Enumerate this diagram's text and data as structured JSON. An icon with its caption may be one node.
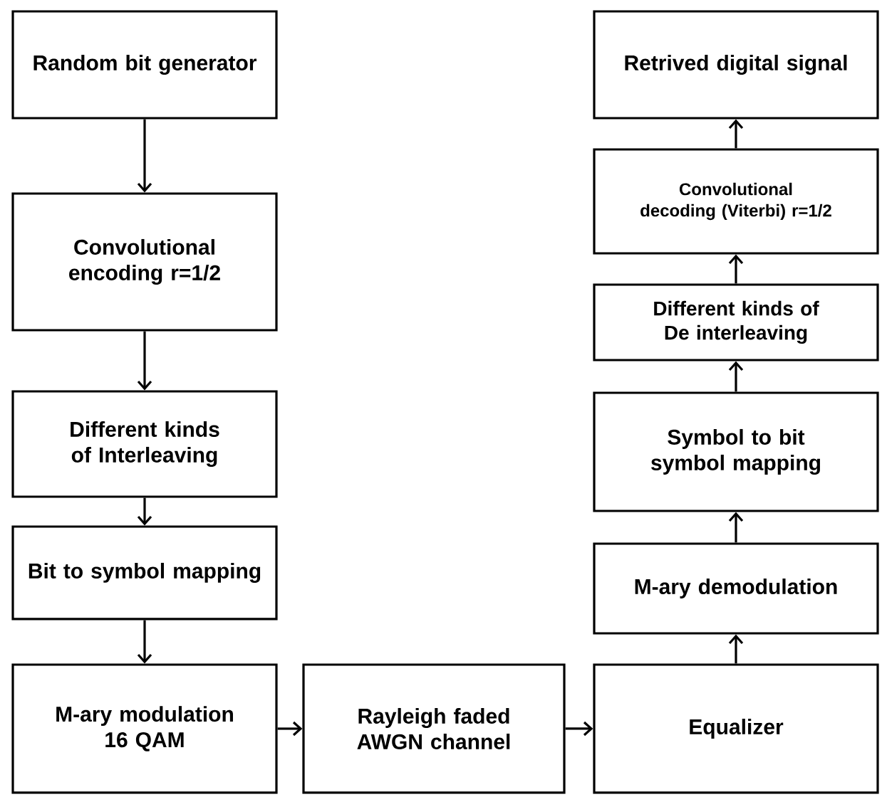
{
  "diagram": {
    "nodes": [
      {
        "text": [
          "Random bit generator"
        ]
      },
      {
        "text": [
          "Convolutional encoding r=1/2"
        ]
      },
      {
        "text": [
          "Different  kinds of Interleaving"
        ]
      },
      {
        "text": [
          "Bit to symbol mapping"
        ]
      },
      {
        "text": [
          "M-ary modulation 16 QAM"
        ]
      },
      {
        "text": [
          "Rayleigh faded AWGN channel"
        ]
      },
      {
        "text": [
          "Equalizer"
        ]
      },
      {
        "text": [
          "M-ary demodulation"
        ]
      },
      {
        "text": [
          "Symbol to bit symbol mapping"
        ]
      },
      {
        "text": [
          "Different  kinds of De interleaving"
        ]
      },
      {
        "text": [
          "Convolutional decoding (Viterbi) r=1/2"
        ]
      },
      {
        "text": [
          "Retrived digital signal"
        ]
      }
    ],
    "edges": [
      {
        "from": 0,
        "to": 1,
        "arrow": "to"
      },
      {
        "from": 1,
        "to": 2,
        "arrow": "to"
      },
      {
        "from": 2,
        "to": 3,
        "arrow": "to"
      },
      {
        "from": 3,
        "to": 4,
        "arrow": "to"
      },
      {
        "from": 4,
        "to": 5,
        "arrow": "to"
      },
      {
        "from": 5,
        "to": 6,
        "arrow": "to"
      },
      {
        "from": 6,
        "to": 7,
        "arrow": "to"
      },
      {
        "from": 7,
        "to": 8,
        "arrow": "to"
      },
      {
        "from": 8,
        "to": 9,
        "arrow": "to"
      },
      {
        "from": 9,
        "to": 10,
        "arrow": "to"
      },
      {
        "from": 10,
        "to": 11,
        "arrow": "to"
      }
    ]
  }
}
